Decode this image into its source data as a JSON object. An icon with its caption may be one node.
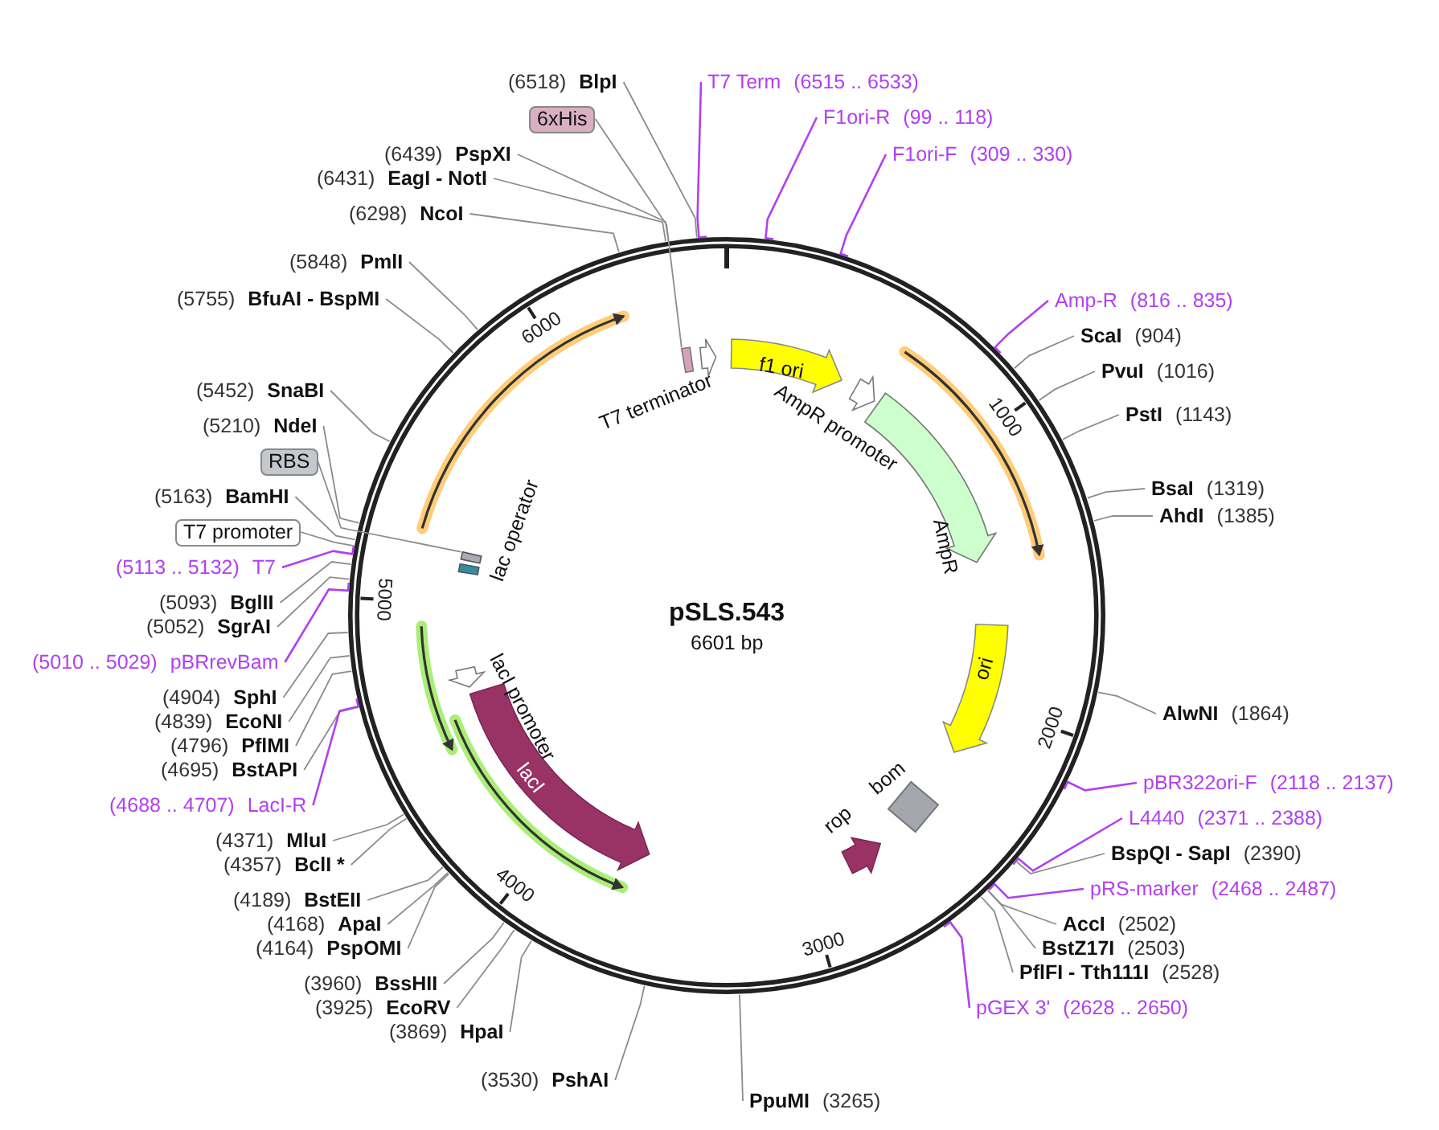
{
  "diagram": {
    "title": "pSLS.543",
    "nodes": [
      {
        "text": [
          "(6518)",
          "BlpI"
        ]
      },
      {
        "text": [
          "6xHis"
        ]
      },
      {
        "text": [
          "(6439)",
          "PspXI"
        ]
      },
      {
        "text": [
          "(6431)",
          "EagI - NotI"
        ]
      },
      {
        "text": [
          "(6298)",
          "NcoI"
        ]
      },
      {
        "text": [
          "(5848)",
          "PmlI"
        ]
      },
      {
        "text": [
          "(5755)",
          "BfuAI - BspMI"
        ]
      },
      {
        "text": [
          "(5452)",
          "SnaBI"
        ]
      },
      {
        "text": [
          "(5210)",
          "NdeI"
        ]
      },
      {
        "text": [
          "RBS"
        ]
      },
      {
        "text": [
          "(5163)",
          "BamHI"
        ]
      },
      {
        "text": [
          "T7 promoter"
        ]
      },
      {
        "text": [
          "(5113 .. 5132)",
          "T7"
        ]
      },
      {
        "text": [
          "(5093)",
          "BglII"
        ]
      },
      {
        "text": [
          "(5052)",
          "SgrAI"
        ]
      },
      {
        "text": [
          "(5010 .. 5029)",
          "pBRrevBam"
        ]
      },
      {
        "text": [
          "(4904)",
          "SphI"
        ]
      },
      {
        "text": [
          "(4839)",
          "EcoNI"
        ]
      },
      {
        "text": [
          "(4796)",
          "PflMI"
        ]
      },
      {
        "text": [
          "(4695)",
          "BstAPI"
        ]
      },
      {
        "text": [
          "(4688 .. 4707)",
          "LacI-R"
        ]
      },
      {
        "text": [
          "(4371)",
          "MluI"
        ]
      },
      {
        "text": [
          "(4357)",
          "BclI *"
        ]
      },
      {
        "text": [
          "(4189)",
          "BstEII"
        ]
      },
      {
        "text": [
          "(4168)",
          "ApaI"
        ]
      },
      {
        "text": [
          "(4164)",
          "PspOMI"
        ]
      },
      {
        "text": [
          "(3960)",
          "BssHII"
        ]
      },
      {
        "text": [
          "(3925)",
          "EcoRV"
        ]
      },
      {
        "text": [
          "(3869)",
          "HpaI"
        ]
      },
      {
        "text": [
          "(3530)",
          "PshAI"
        ]
      },
      {
        "text": [
          "PpuMI",
          "(3265)"
        ]
      },
      {
        "text": [
          "T7 Term",
          "(6515 .. 6533)"
        ]
      },
      {
        "text": [
          "F1ori-R",
          "(99 .. 118)"
        ]
      },
      {
        "text": [
          "F1ori-F",
          "(309 .. 330)"
        ]
      },
      {
        "text": [
          "Amp-R",
          "(816 .. 835)"
        ]
      },
      {
        "text": [
          "ScaI",
          "(904)"
        ]
      },
      {
        "text": [
          "PvuI",
          "(1016)"
        ]
      },
      {
        "text": [
          "PstI",
          "(1143)"
        ]
      },
      {
        "text": [
          "BsaI",
          "(1319)"
        ]
      },
      {
        "text": [
          "AhdI",
          "(1385)"
        ]
      },
      {
        "text": [
          "AlwNI",
          "(1864)"
        ]
      },
      {
        "text": [
          "pBR322ori-F",
          "(2118 .. 2137)"
        ]
      },
      {
        "text": [
          "L4440",
          "(2371 .. 2388)"
        ]
      },
      {
        "text": [
          "BspQI - SapI",
          "(2390)"
        ]
      },
      {
        "text": [
          "pRS-marker",
          "(2468 .. 2487)"
        ]
      },
      {
        "text": [
          "AccI",
          "(2502)"
        ]
      },
      {
        "text": [
          "BstZ17I",
          "(2503)"
        ]
      },
      {
        "text": [
          "PflFI - Tth111I",
          "(2528)"
        ]
      },
      {
        "text": [
          "pGEX 3'",
          "(2628 .. 2650)"
        ]
      },
      {
        "text": [
          "T7 terminator"
        ]
      },
      {
        "text": [],
        "shape": "box"
      },
      {
        "text": [
          "f1 ori"
        ]
      },
      {
        "text": [
          "AmpR promoter"
        ]
      },
      {
        "text": [
          "AmpR"
        ]
      },
      {
        "text": [
          "ori"
        ]
      },
      {
        "text": [
          "bom"
        ]
      },
      {
        "text": [
          "rop"
        ]
      },
      {
        "text": [
          "lacI"
        ]
      },
      {
        "text": [
          "lacI promoter"
        ]
      },
      {
        "text": [
          "lac operator"
        ]
      },
      {
        "text": [],
        "shape": "box"
      }
    ],
    "edges": [
      {
        "from": 0,
        "to": null,
        "arrow": "none"
      },
      {
        "from": 1,
        "to": 50,
        "arrow": "none"
      },
      {
        "from": 2,
        "to": null,
        "arrow": "none"
      },
      {
        "from": 3,
        "to": null,
        "arrow": "none"
      },
      {
        "from": 4,
        "to": null,
        "arrow": "none"
      },
      {
        "from": 5,
        "to": null,
        "arrow": "none"
      },
      {
        "from": 6,
        "to": null,
        "arrow": "none"
      },
      {
        "from": 7,
        "to": null,
        "arrow": "none"
      },
      {
        "from": 8,
        "to": null,
        "arrow": "none"
      },
      {
        "from": 9,
        "to": 60,
        "arrow": "none"
      },
      {
        "from": 10,
        "to": null,
        "arrow": "none"
      },
      {
        "from": 11,
        "to": null,
        "arrow": "none"
      },
      {
        "from": 12,
        "to": null,
        "arrow": "none",
        "color": "#b040f0"
      },
      {
        "from": 13,
        "to": null,
        "arrow": "none"
      },
      {
        "from": 14,
        "to": null,
        "arrow": "none"
      },
      {
        "from": 15,
        "to": null,
        "arrow": "none",
        "color": "#b040f0"
      },
      {
        "from": 16,
        "to": null,
        "arrow": "none"
      },
      {
        "from": 17,
        "to": null,
        "arrow": "none"
      },
      {
        "from": 18,
        "to": null,
        "arrow": "none"
      },
      {
        "from": 19,
        "to": null,
        "arrow": "none"
      },
      {
        "from": 20,
        "to": null,
        "arrow": "none",
        "color": "#b040f0"
      },
      {
        "from": 21,
        "to": null,
        "arrow": "none"
      },
      {
        "from": 22,
        "to": null,
        "arrow": "none"
      },
      {
        "from": 23,
        "to": null,
        "arrow": "none"
      },
      {
        "from": 24,
        "to": null,
        "arrow": "none"
      },
      {
        "from": 25,
        "to": null,
        "arrow": "none"
      },
      {
        "from": 26,
        "to": null,
        "arrow": "none"
      },
      {
        "from": 27,
        "to": null,
        "arrow": "none"
      },
      {
        "from": 28,
        "to": null,
        "arrow": "none"
      },
      {
        "from": 29,
        "to": null,
        "arrow": "none"
      },
      {
        "from": 30,
        "to": null,
        "arrow": "none"
      },
      {
        "from": 31,
        "to": null,
        "arrow": "none",
        "color": "#b040f0"
      },
      {
        "from": 32,
        "to": null,
        "arrow": "none",
        "color": "#b040f0"
      },
      {
        "from": 33,
        "to": null,
        "arrow": "none",
        "color": "#b040f0"
      },
      {
        "from": 34,
        "to": null,
        "arrow": "none",
        "color": "#b040f0"
      },
      {
        "from": 35,
        "to": null,
        "arrow": "none"
      },
      {
        "from": 36,
        "to": null,
        "arrow": "none"
      },
      {
        "from": 37,
        "to": null,
        "arrow": "none"
      },
      {
        "from": 38,
        "to": null,
        "arrow": "none"
      },
      {
        "from": 39,
        "to": null,
        "arrow": "none"
      },
      {
        "from": 40,
        "to": null,
        "arrow": "none"
      },
      {
        "from": 41,
        "to": null,
        "arrow": "none",
        "color": "#b040f0"
      },
      {
        "from": 42,
        "to": null,
        "arrow": "none",
        "color": "#b040f0"
      },
      {
        "from": 43,
        "to": null,
        "arrow": "none"
      },
      {
        "from": 44,
        "to": null,
        "arrow": "none",
        "color": "#b040f0"
      },
      {
        "from": 45,
        "to": null,
        "arrow": "none"
      },
      {
        "from": 46,
        "to": null,
        "arrow": "none"
      },
      {
        "from": 47,
        "to": null,
        "arrow": "none"
      },
      {
        "from": 48,
        "to": null,
        "arrow": "none",
        "color": "#b040f0"
      }
    ],
    "labels": [
      "6601 bp",
      "1000",
      "2000",
      "3000",
      "4000",
      "5000",
      "6000"
    ]
  }
}
